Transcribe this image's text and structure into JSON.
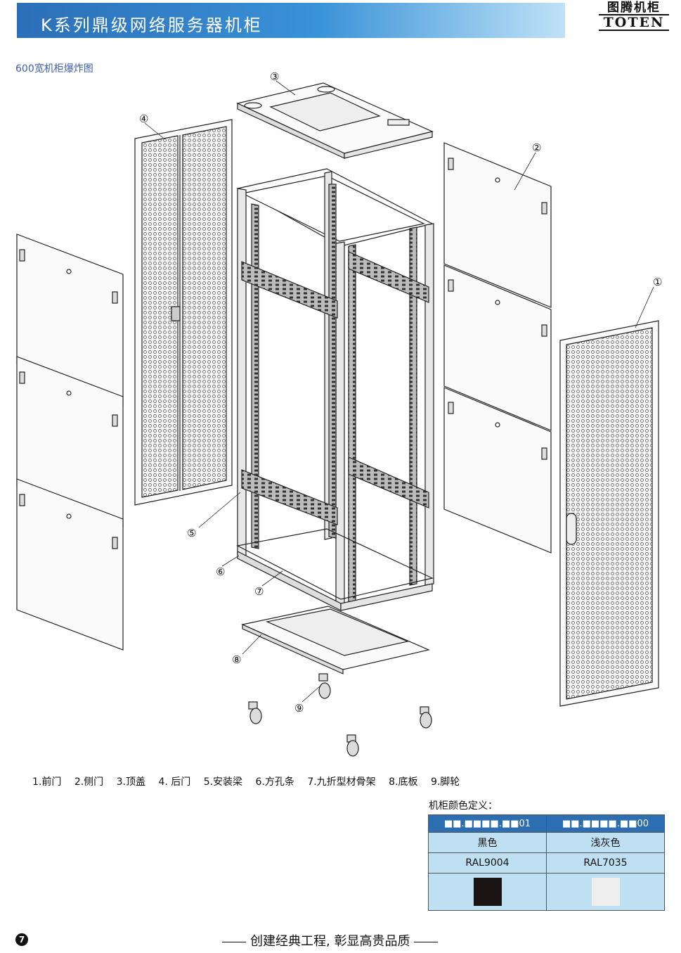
{
  "header": {
    "title": "K系列鼎级网络服务器机柜",
    "logo_cn": "图腾机柜",
    "logo_en": "TOTEN"
  },
  "diagram": {
    "subtitle": "600宽机柜爆炸图",
    "callouts": [
      "①",
      "②",
      "③",
      "④",
      "⑤",
      "⑥",
      "⑦",
      "⑧",
      "⑨"
    ]
  },
  "legend": {
    "items": [
      "1.前门",
      "2.侧门",
      "3.顶盖",
      "4. 后门",
      "5.安装梁",
      "6.方孔条",
      "7.九折型材骨架",
      "8.底板",
      "9.脚轮"
    ]
  },
  "color_table": {
    "title": "机柜颜色定义：",
    "columns": [
      {
        "code": "■■.■■■■.■■01",
        "name": "黑色",
        "ral": "RAL9004",
        "swatch": "#1a1414"
      },
      {
        "code": "■■.■■■■.■■00",
        "name": "浅灰色",
        "ral": "RAL7035",
        "swatch": "#eeeeee"
      }
    ]
  },
  "footer": {
    "page_number": "7",
    "slogan": "创建经典工程, 彰显高贵品质"
  }
}
